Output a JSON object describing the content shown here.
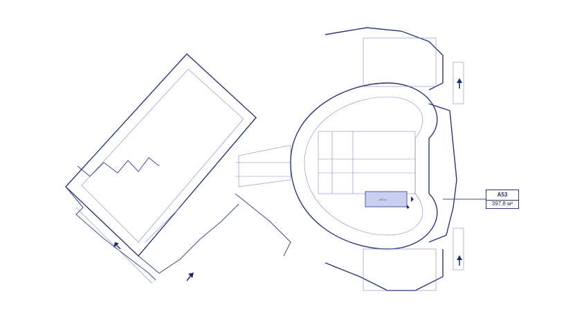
{
  "map": {
    "highlighted_unit": {
      "code": "A53",
      "area": "397,8 м²",
      "inline_label": "397,8"
    },
    "colors": {
      "line": "#2b3677",
      "highlight_fill": "#c9cfee",
      "background": "#ffffff"
    },
    "icons": [
      "entrance-arrow-icon",
      "entrance-arrow-icon",
      "entrance-arrow-icon",
      "entrance-arrow-icon"
    ]
  }
}
